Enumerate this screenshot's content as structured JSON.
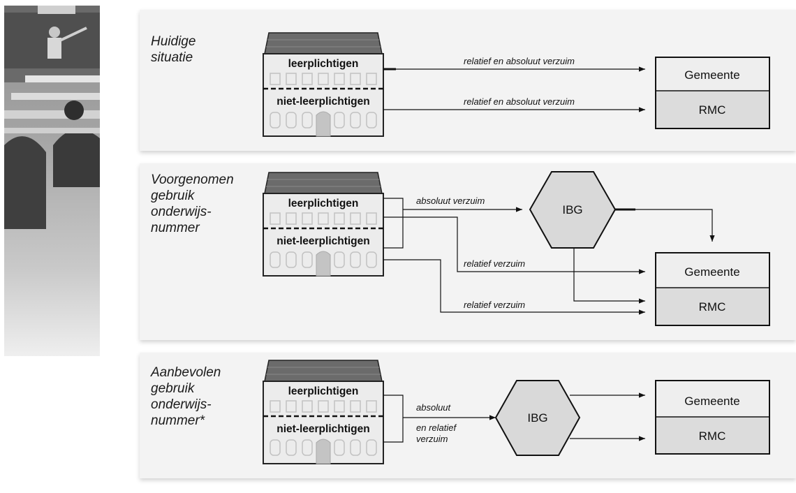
{
  "panels": {
    "p1_label": "Huidige\nsituatie",
    "p2_label": "Voorgenomen\ngebruik\nonderwijs-\nnummer",
    "p3_label": "Aanbevolen\ngebruik\nonderwijs-\nnummer*"
  },
  "building": {
    "top_label": "leerplichtigen",
    "bottom_label": "niet-leerplichtigen"
  },
  "boxes": {
    "gemeente": "Gemeente",
    "rmc": "RMC",
    "ibg": "IBG"
  },
  "flows": {
    "p1_top": "relatief en absoluut verzuim",
    "p1_bottom": "relatief en absoluut verzuim",
    "p2_absoluut": "absoluut verzuim",
    "p2_relatief_1": "relatief verzuim",
    "p2_relatief_2": "relatief verzuim",
    "p3_line1": "absoluut",
    "p3_line2": "en relatief",
    "p3_line3": "verzuim"
  },
  "colors": {
    "panel_bg": "#f3f3f3",
    "building_fill": "#ececec",
    "roof_fill": "#6b6b6b",
    "gemeente_fill": "#eeeeee",
    "rmc_fill": "#dcdcdc",
    "ibg_fill": "#d9d9d9"
  }
}
